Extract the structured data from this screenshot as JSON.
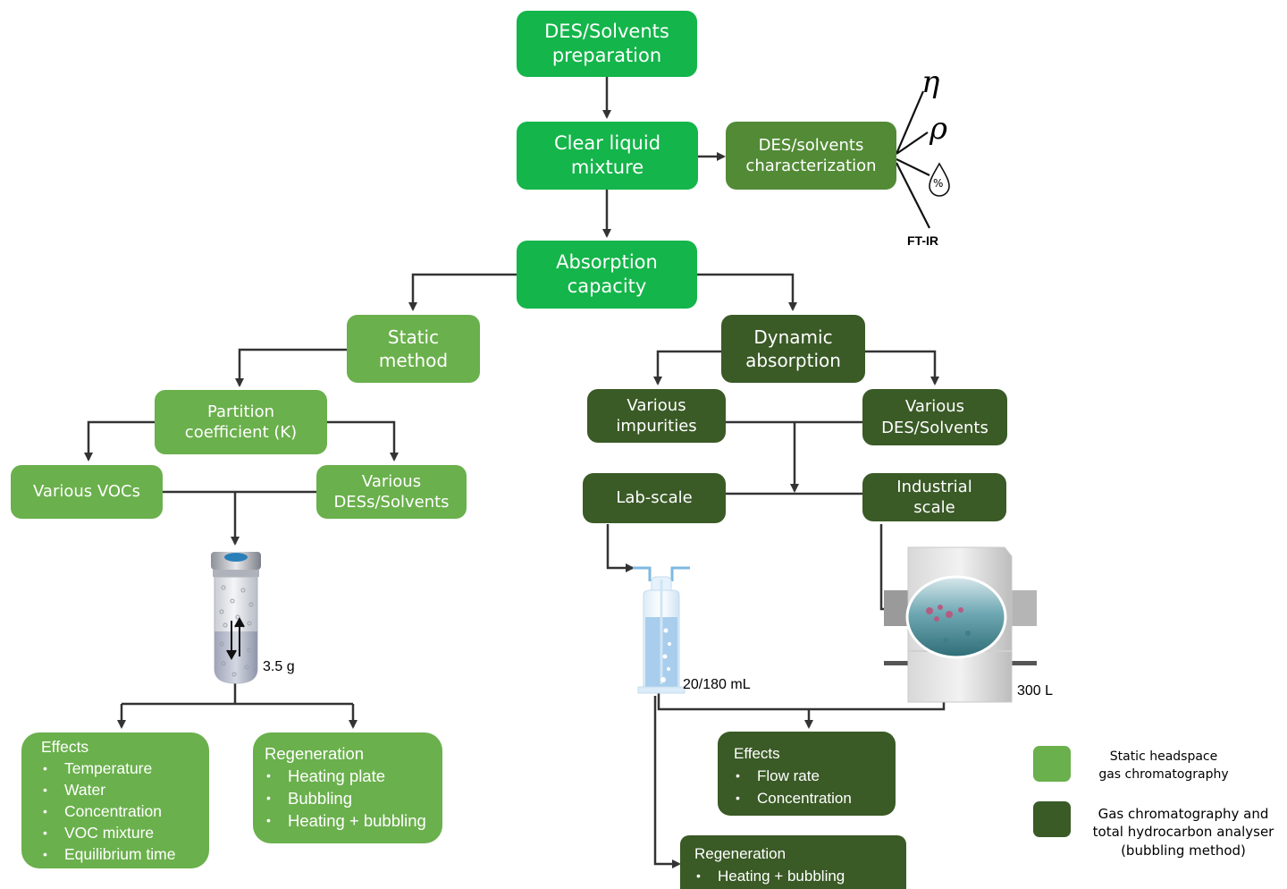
{
  "nodes": {
    "preparation": "DES/Solvents\npreparation",
    "clear_liquid": "Clear liquid\nmixture",
    "characterization": "DES/solvents\ncharacterization",
    "absorption": "Absorption\ncapacity",
    "static": "Static\nmethod",
    "dynamic": "Dynamic\nabsorption",
    "partition": "Partition\ncoefficient (K)",
    "various_vocs": "Various VOCs",
    "various_dess": "Various\nDESs/Solvents",
    "various_impurities": "Various\nimpurities",
    "various_des": "Various\nDES/Solvents",
    "lab_scale": "Lab-scale",
    "industrial_scale": "Industrial\nscale"
  },
  "characterization_symbols": {
    "eta": "η",
    "rho": "ρ",
    "percent": "%",
    "ftir": "FT-IR"
  },
  "equipment_labels": {
    "vial": "3.5 g",
    "bottle": "20/180 mL",
    "reactor": "300 L"
  },
  "static_effects": {
    "title": "Effects",
    "items": [
      "Temperature",
      "Water",
      "Concentration",
      "VOC mixture",
      "Equilibrium time"
    ]
  },
  "static_regeneration": {
    "title": "Regeneration",
    "items": [
      "Heating plate",
      "Bubbling",
      "Heating + bubbling"
    ]
  },
  "dynamic_effects": {
    "title": "Effects",
    "items": [
      "Flow rate",
      "Concentration"
    ]
  },
  "dynamic_regeneration": {
    "title": "Regeneration",
    "items": [
      "Heating + bubbling"
    ]
  },
  "legend": {
    "static_label": "Static headspace\ngas chromatography",
    "dynamic_label": "Gas chromatography and\ntotal hydrocarbon analyser\n(bubbling method)",
    "static_color": "#6ab04c",
    "dynamic_color": "#3a5a26"
  },
  "colors": {
    "bright_green": "#14b54a",
    "light_green": "#6ab04c",
    "dark_green": "#3a5a26",
    "mid_green": "#528a36"
  }
}
